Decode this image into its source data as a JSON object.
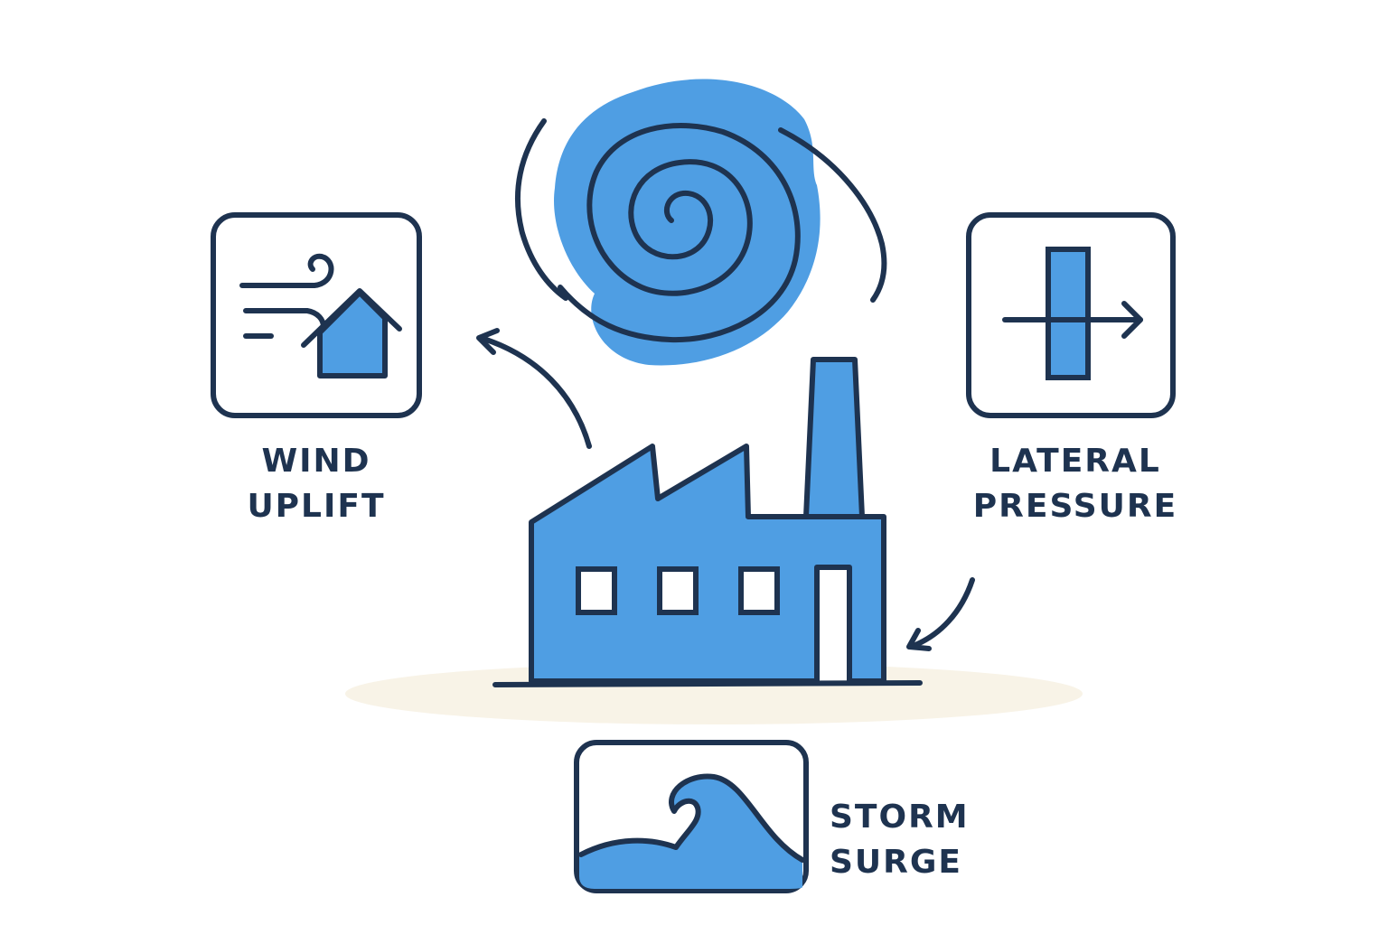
{
  "colors": {
    "ink": "#1e3350",
    "accent_blue": "#4f9ee3",
    "ground": "#f8f3e7",
    "background": "#ffffff"
  },
  "hazards": [
    {
      "id": "wind-uplift",
      "icon": "wind-house-icon",
      "lines": [
        "WIND",
        "UPLIFT"
      ]
    },
    {
      "id": "lateral-pressure",
      "icon": "lateral-force-icon",
      "lines": [
        "LATERAL",
        "PRESSURE"
      ]
    },
    {
      "id": "storm-surge",
      "icon": "wave-icon",
      "lines": [
        "STORM",
        "SURGE"
      ]
    }
  ],
  "center": {
    "icon": "factory-icon"
  },
  "storm": {
    "icon": "hurricane-icon"
  }
}
